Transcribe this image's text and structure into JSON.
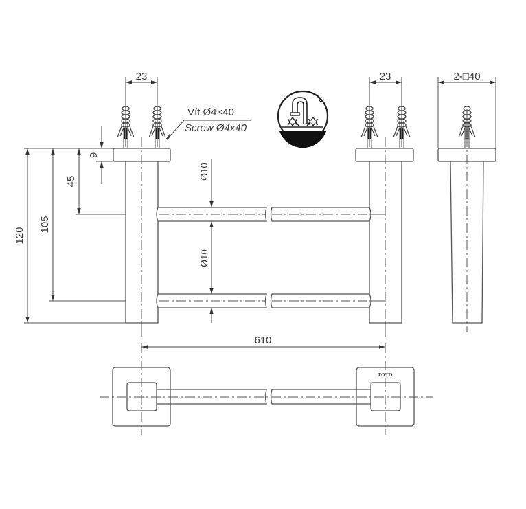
{
  "drawing": {
    "title": "Towel bar technical drawing",
    "brand_logo": "TOTO",
    "certification_icon": "water-faucet-symbol-icon",
    "colors": {
      "line": "#555555",
      "text": "#3a3a3a",
      "background": "#ffffff"
    }
  },
  "front_view": {
    "screw_spacing_left": "23",
    "screw_spacing_right": "23",
    "screw_note_vi": "Vít Ø4×40",
    "screw_note_en": "Screw Ø4x40",
    "flange_thickness": "9",
    "upper_bar_offset": "45",
    "lower_bar_offset": "105",
    "total_height": "120",
    "upper_bar_diameter": "Ø10",
    "lower_bar_diameter": "Ø10"
  },
  "side_view": {
    "base_size": "2-□40"
  },
  "top_view": {
    "center_distance": "610"
  }
}
